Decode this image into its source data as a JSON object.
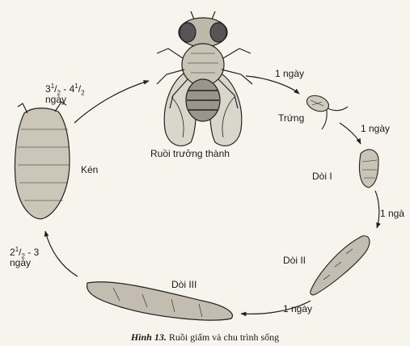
{
  "diagram": {
    "stages": {
      "adult": "Ruồi trưởng thành",
      "egg": "Trứng",
      "larva1": "Dòi I",
      "larva2": "Dòi II",
      "larva3": "Dòi III",
      "pupa": "Kén"
    },
    "durations": {
      "adult_to_egg": "1 ngày",
      "egg_to_larva1": "1 ngày",
      "larva1_to_larva2": "1 ngà",
      "larva2_to_larva3": "1 ngày",
      "larva3_to_pupa": {
        "whole": "2",
        "sup": "1",
        "sub": "2",
        "rest": " - 3",
        "unit": "ngày"
      },
      "pupa_to_adult": {
        "a_whole": "3",
        "a_sup": "1",
        "a_sub": "2",
        "sep": " - 4",
        "b_sup": "1",
        "b_sub": "2",
        "unit": "ngày"
      }
    },
    "caption": {
      "number": "Hình 13.",
      "text": " Ruồi giấm và chu trình sống"
    }
  }
}
